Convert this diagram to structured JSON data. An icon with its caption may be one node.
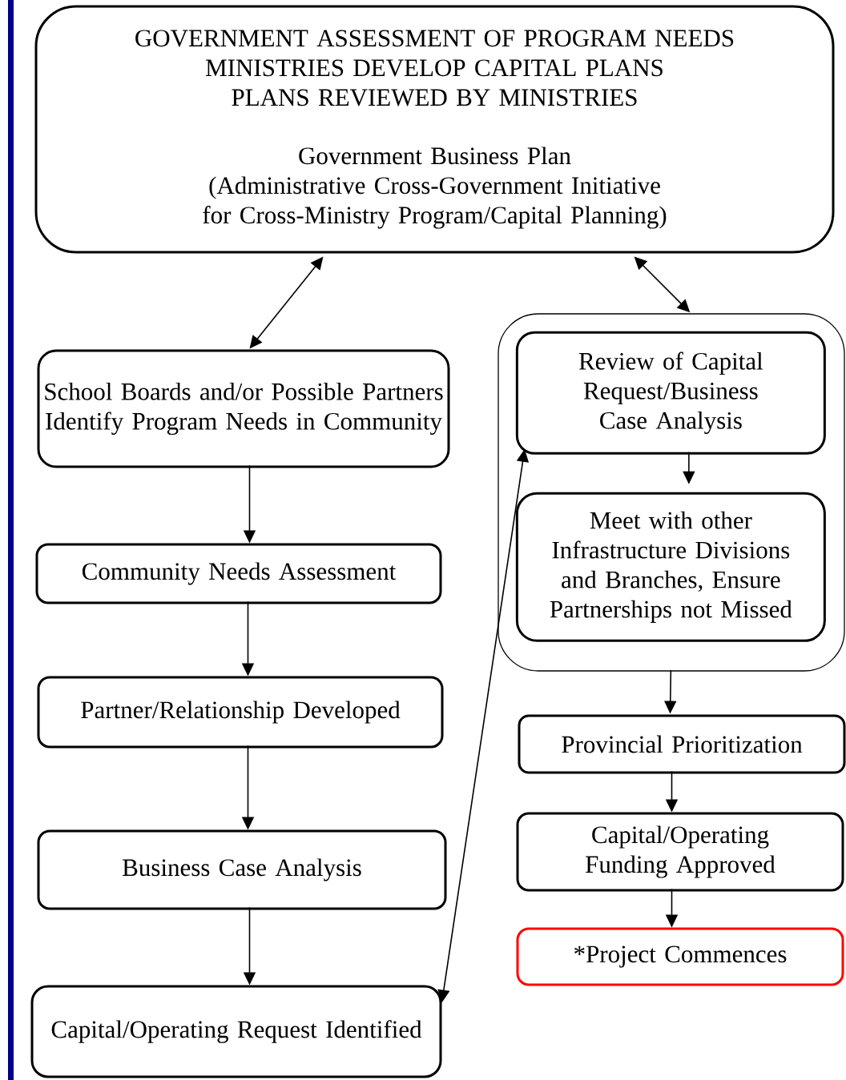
{
  "diagram": {
    "nodes": [
      {
        "text": [
          "GOVERNMENT ASSESSMENT OF PROGRAM NEEDS",
          "MINISTRIES DEVELOP CAPITAL PLANS",
          "PLANS REVIEWED BY MINISTRIES",
          "Government Business Plan",
          "(Administrative Cross-Government Initiative for Cross-Ministry Program/Capital Planning)"
        ]
      },
      {
        "text": [
          "School Boards and/or Possible Partners Identify Program Needs in Community"
        ]
      },
      {
        "text": [
          "Community Needs Assessment"
        ]
      },
      {
        "text": [
          "Partner/Relationship Developed"
        ]
      },
      {
        "text": [
          "Business Case Analysis"
        ]
      },
      {
        "text": [
          "Capital/Operating Request Identified"
        ]
      },
      {
        "text": [],
        "shape": "box"
      },
      {
        "text": [
          "Review of Capital Request/Business Case Analysis"
        ],
        "in": 6
      },
      {
        "text": [
          "Meet with other Infrastructure Divisions and Branches, Ensure Partnerships not Missed"
        ],
        "in": 6
      },
      {
        "text": [
          "Provincial Prioritization"
        ]
      },
      {
        "text": [
          "Capital/Operating Funding Approved"
        ]
      },
      {
        "text": [
          "*Project Commences"
        ]
      }
    ],
    "edges": [
      {
        "from": 0,
        "to": 1,
        "arrow": "both"
      },
      {
        "from": 0,
        "to": 6,
        "arrow": "both"
      },
      {
        "from": 1,
        "to": 2,
        "arrow": "to"
      },
      {
        "from": 2,
        "to": 3,
        "arrow": "to"
      },
      {
        "from": 3,
        "to": 4,
        "arrow": "to"
      },
      {
        "from": 4,
        "to": 5,
        "arrow": "to"
      },
      {
        "from": 5,
        "to": 7,
        "arrow": "both"
      },
      {
        "from": 7,
        "to": 8,
        "arrow": "to"
      },
      {
        "from": 6,
        "to": 9,
        "arrow": "to"
      },
      {
        "from": 9,
        "to": 10,
        "arrow": "to"
      },
      {
        "from": 10,
        "to": 11,
        "arrow": "to"
      }
    ]
  }
}
